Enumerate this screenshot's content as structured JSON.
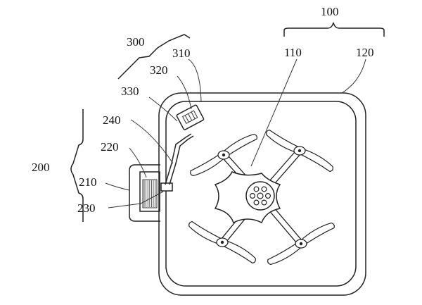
{
  "labels": {
    "l100": "100",
    "l110": "110",
    "l120": "120",
    "l200": "200",
    "l210": "210",
    "l220": "220",
    "l230": "230",
    "l240": "240",
    "l300": "300",
    "l310": "310",
    "l320": "320",
    "l330": "330"
  }
}
